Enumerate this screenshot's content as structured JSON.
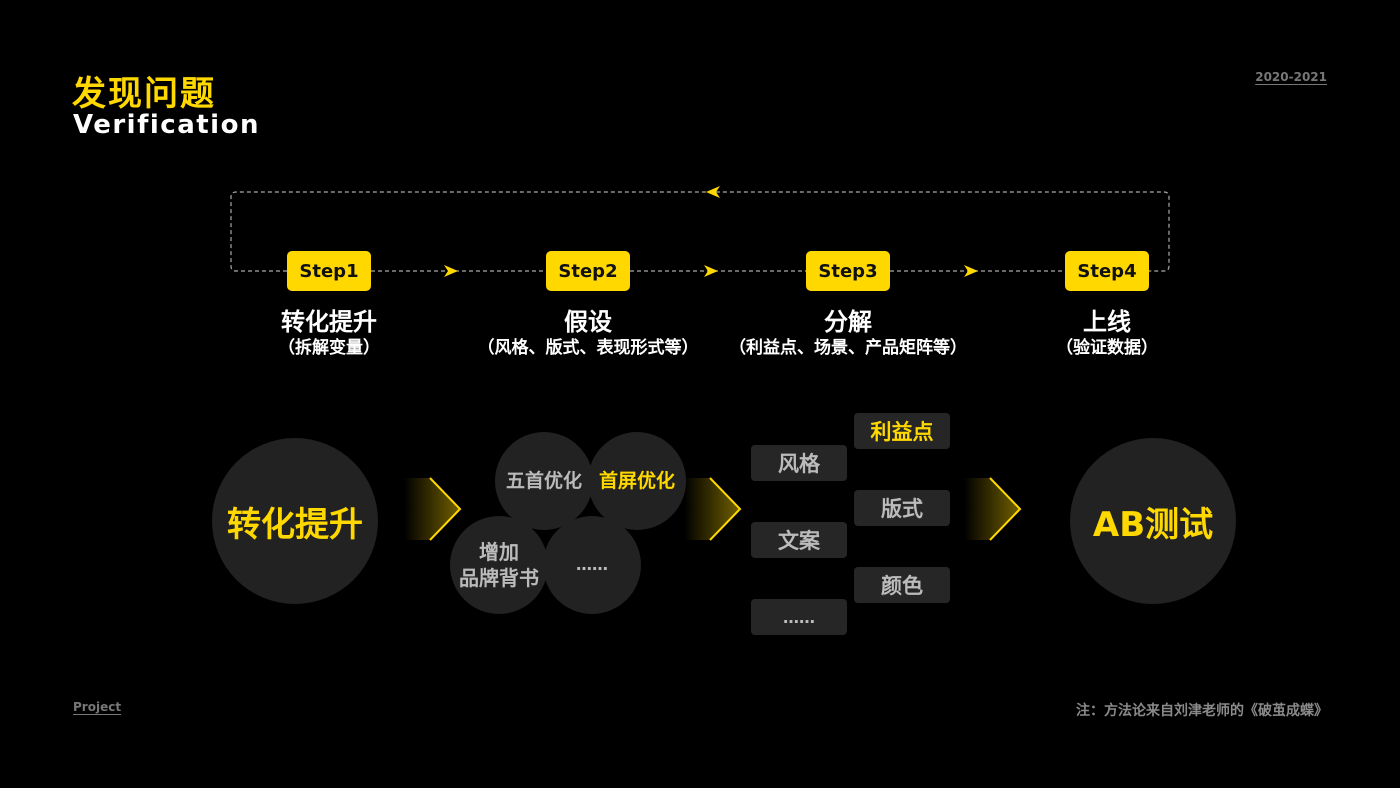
{
  "header": {
    "title_cn": "发现问题",
    "title_en": "Verification",
    "year": "2020-2021"
  },
  "footer": {
    "project": "Project",
    "note": "注：方法论来自刘津老师的《破茧成蝶》"
  },
  "steps": [
    {
      "badge": "Step1",
      "label": "转化提升",
      "sub": "（拆解变量）"
    },
    {
      "badge": "Step2",
      "label": "假设",
      "sub": "（风格、版式、表现形式等）"
    },
    {
      "badge": "Step3",
      "label": "分解",
      "sub": "（利益点、场景、产品矩阵等）"
    },
    {
      "badge": "Step4",
      "label": "上线",
      "sub": "（验证数据）"
    }
  ],
  "diagram": {
    "start": "转化提升",
    "hypotheses": [
      "五首优化",
      "首屏优化",
      "增加\n品牌背书",
      "……"
    ],
    "variables_left": [
      "风格",
      "文案",
      "……"
    ],
    "variables_right": [
      "利益点",
      "版式",
      "颜色"
    ],
    "end": "AB测试"
  },
  "colors": {
    "accent": "#ffd800",
    "background": "#000000",
    "circle": "#222222"
  }
}
